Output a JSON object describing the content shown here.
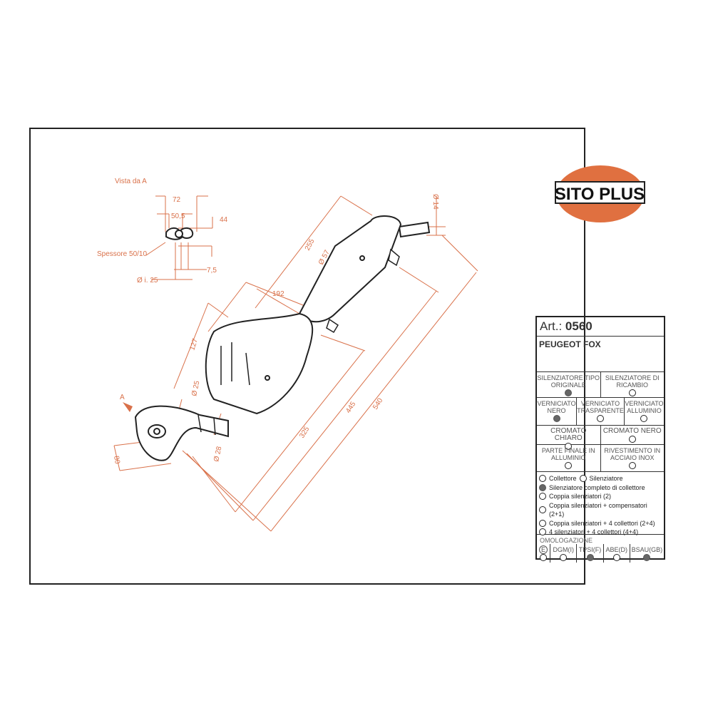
{
  "drawing": {
    "view_label": "Vista da  A",
    "flange": {
      "d72": "72",
      "d50": "50,5",
      "d44": "44",
      "d75": "7,5",
      "thickness": "Spessore 50/10",
      "inner_dia": "Ø i. 25"
    },
    "dims": {
      "d255": "255",
      "d57": "Ø 57",
      "d192": "192",
      "d127": "127",
      "d25": "Ø 25",
      "d445": "445",
      "d540": "540",
      "d325": "325",
      "d28": "Ø 28",
      "d80": "80",
      "d14": "Ø 14",
      "viewA": "A"
    },
    "accent": "#d9714a"
  },
  "logo": {
    "text": "SITO PLUS",
    "color": "#e07040"
  },
  "table": {
    "art_label": "Art.:",
    "art_no": "0560",
    "model": "PEUGEOT FOX",
    "type": [
      {
        "label": "SILENZIATORE TIPO ORIGINALE",
        "on": true
      },
      {
        "label": "SILENZIATORE DI RICAMBIO",
        "on": false
      }
    ],
    "finish": [
      {
        "label": "VERNICIATO NERO",
        "on": true
      },
      {
        "label": "VERNICIATO TRASPARENTE",
        "on": false
      },
      {
        "label": "VERNICIATO ALLUMINIO",
        "on": false
      }
    ],
    "chrome": [
      {
        "label": "CROMATO CHIARO",
        "on": false
      },
      {
        "label": "CROMATO NERO",
        "on": false
      }
    ],
    "end": [
      {
        "label": "PARTE FINALE IN ALLUMINIO",
        "on": false
      },
      {
        "label": "RIVESTIMENTO IN ACCIAIO INOX",
        "on": false
      }
    ],
    "options": [
      {
        "label": "Collettore",
        "on": false
      },
      {
        "label": "Silenziatore",
        "on": false
      },
      {
        "label": "Silenziatore completo di collettore",
        "on": true
      },
      {
        "label": "Coppia silenziatori (2)",
        "on": false
      },
      {
        "label": "Coppia silenziatori + compensatori (2+1)",
        "on": false
      },
      {
        "label": "Coppia silenziatori + 4 collettori (2+4)",
        "on": false
      },
      {
        "label": "4 silenziatori + 4 collettori (4+4)",
        "on": false
      }
    ],
    "homologation_label": "OMOLOGAZIONE",
    "homologation": [
      {
        "label": "E",
        "on": false
      },
      {
        "label": "DGM(I)",
        "on": false
      },
      {
        "label": "TPSI(F)",
        "on": true
      },
      {
        "label": "ABE(D)",
        "on": false
      },
      {
        "label": "BSAU(GB)",
        "on": true
      }
    ]
  }
}
